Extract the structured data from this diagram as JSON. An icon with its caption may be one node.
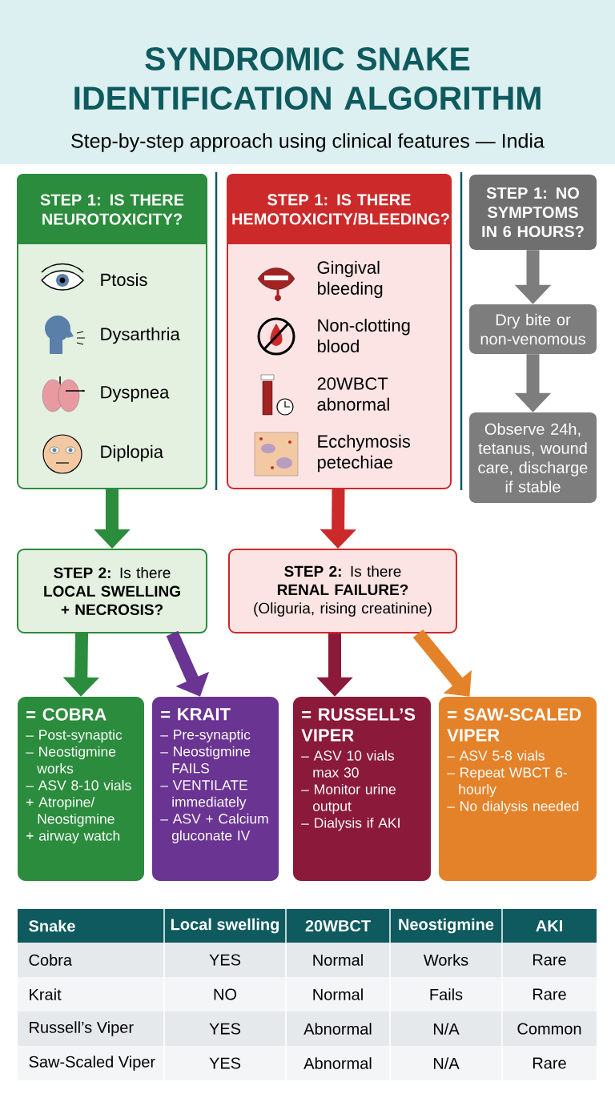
{
  "diagram": {
    "title": "SYNDROMIC SNAKE IDENTIFICATION ALGORITHM",
    "nodes": [
      {
        "text": [
          "STEP 1: IS THERE NEUROTOXICITY?"
        ]
      },
      {
        "text": [
          "Ptosis"
        ],
        "in": 0
      },
      {
        "text": [
          "Dysarthria"
        ],
        "in": 0
      },
      {
        "text": [
          "Dyspnea"
        ],
        "in": 0
      },
      {
        "text": [
          "Diplopia"
        ],
        "in": 0
      },
      {
        "text": [
          "STEP 1: IS THERE HEMOTOXICITY/BLEEDING?"
        ]
      },
      {
        "text": [
          "Gingival bleeding"
        ],
        "in": 5
      },
      {
        "text": [
          "Non-clotting blood"
        ],
        "in": 5
      },
      {
        "text": [
          "20WBCT abnormal"
        ],
        "in": 5
      },
      {
        "text": [
          "Ecchymosis petechiae"
        ],
        "in": 5
      },
      {
        "text": [
          "STEP 1: NO SYMPTOMS IN 6 HOURS?"
        ]
      },
      {
        "text": [
          "Dry bite or non-venomous"
        ]
      },
      {
        "text": [
          "Observe 24h, tetanus, wound care, discharge if stable"
        ]
      },
      {
        "text": [
          "**STEP 2:** Is there **LOCAL SWELLING + NECROSIS?**"
        ]
      },
      {
        "text": [
          "**STEP 2:** Is there **RENAL FAILURE?**",
          "(Oliguria, rising creatinine)"
        ]
      },
      {
        "text": [
          "= COBRA",
          "– Post-synaptic",
          "– Neostigmine works",
          "– ASV 8-10 vials",
          "+ Atropine/ Neostigmine",
          "+ airway watch"
        ]
      },
      {
        "text": [
          "= KRAIT",
          "– Pre-synaptic",
          "– Neostigmine FAILS",
          "– VENTILATE immediately",
          "– ASV + Calcium gluconate IV"
        ]
      },
      {
        "text": [
          "= RUSSELL’S VIPER",
          "– ASV 10 vials max 30",
          "– Monitor urine output",
          "– Dialysis if AKI"
        ]
      },
      {
        "text": [
          "= SAW-SCALED VIPER",
          "– ASV 5-8 vials",
          "– Repeat WBCT 6-hourly",
          "– No dialysis needed"
        ]
      }
    ],
    "edges": [
      {
        "from": 0,
        "to": 13,
        "arrow": "to",
        "color": "#2a8c3c"
      },
      {
        "from": 5,
        "to": 14,
        "arrow": "to",
        "color": "#cc2a2a"
      },
      {
        "from": 10,
        "to": 11,
        "arrow": "to",
        "color": "#7d7d7d"
      },
      {
        "from": 11,
        "to": 12,
        "arrow": "to",
        "color": "#7d7d7d"
      },
      {
        "from": 13,
        "to": 15,
        "arrow": "to",
        "color": "#2a8c3c"
      },
      {
        "from": 13,
        "to": 16,
        "arrow": "to",
        "color": "#6a3492"
      },
      {
        "from": 14,
        "to": 17,
        "arrow": "to",
        "color": "#8b1a3a"
      },
      {
        "from": 14,
        "to": 18,
        "arrow": "to",
        "color": "#e4822a"
      }
    ],
    "labels": [
      "Step-by-step approach using clinical features — India",
      "Snake",
      "Local swelling",
      "20WBCT",
      "Neostigmine",
      "AKI",
      "Cobra",
      "YES",
      "Normal",
      "Works",
      "Rare",
      "Krait",
      "NO",
      "Normal",
      "Fails",
      "Rare",
      "Russell’s Viper",
      "YES",
      "Abnormal",
      "N/A",
      "Common",
      "Saw-Scaled Viper",
      "YES",
      "Abnormal",
      "N/A",
      "Rare"
    ]
  }
}
